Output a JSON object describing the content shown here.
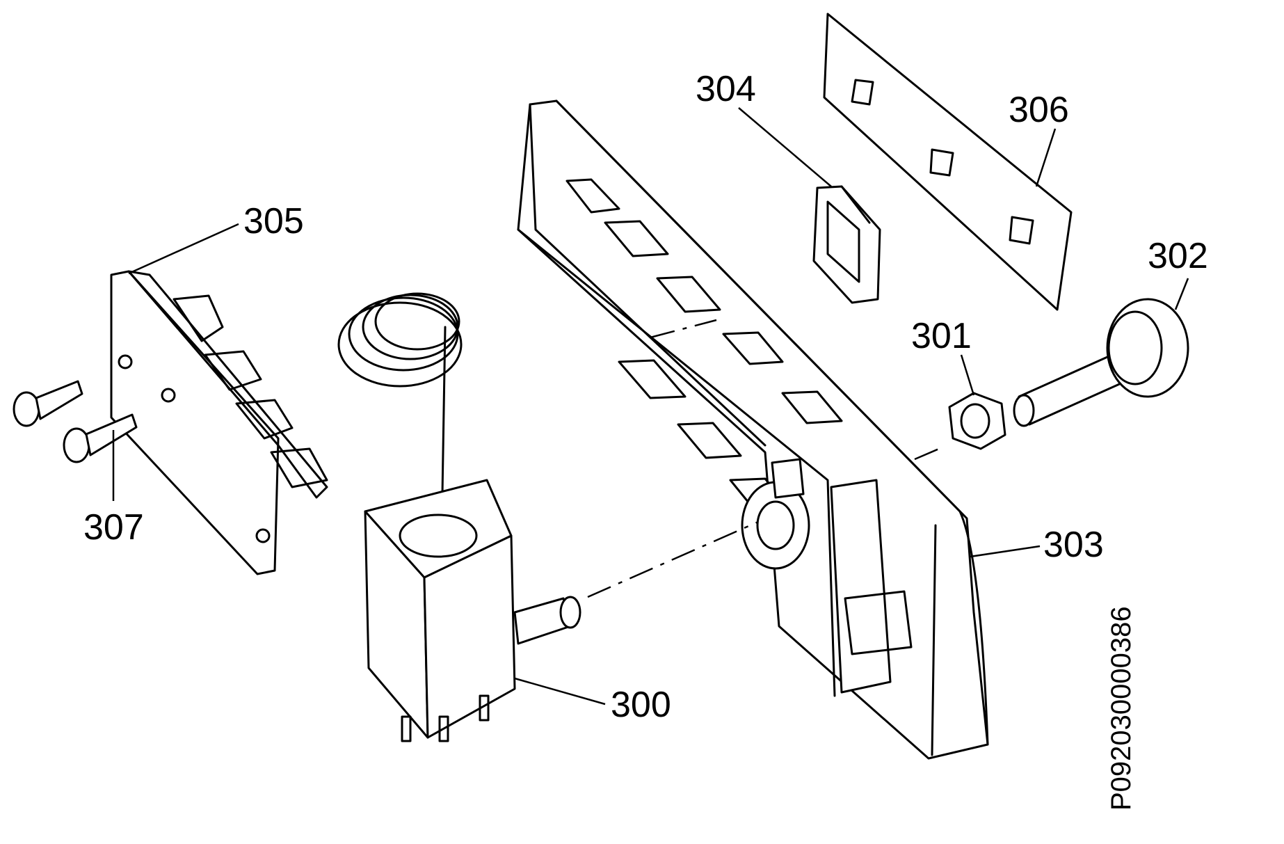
{
  "labels": {
    "p300": "300",
    "p301": "301",
    "p302": "302",
    "p303": "303",
    "p304": "304",
    "p305": "305",
    "p306": "306",
    "p307": "307"
  },
  "document_number": "P092030000386"
}
